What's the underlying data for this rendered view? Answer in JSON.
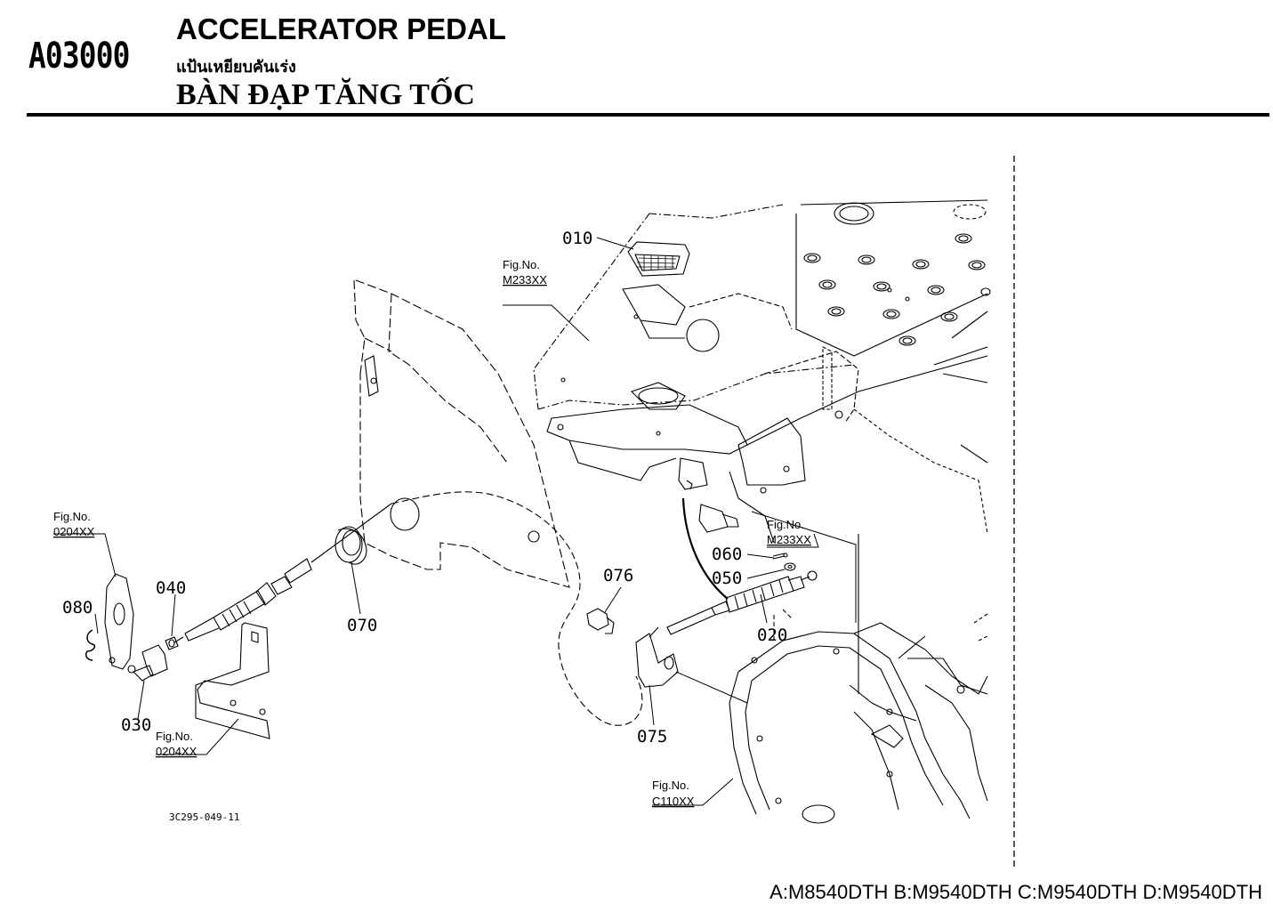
{
  "header": {
    "code": "A03000",
    "title_en": "ACCELERATOR PEDAL",
    "title_th": "แป้นเหยียบคันเร่ง",
    "title_vi": "BÀN ĐẠP TĂNG TỐC"
  },
  "diagram": {
    "drawing_ref": "3C295-049-11",
    "fig_prefix": "Fig.No.",
    "fig_refs": {
      "pedal_plate": "M233XX",
      "bracket": "M233XX",
      "left_top": "0204XX",
      "left_bottom": "0204XX",
      "housing": "C110XX"
    },
    "parts": {
      "p010": "010",
      "p020": "020",
      "p030": "030",
      "p040": "040",
      "p050": "050",
      "p060": "060",
      "p070": "070",
      "p075": "075",
      "p076": "076",
      "p080": "080"
    }
  },
  "footer": {
    "models": "A:M8540DTH B:M9540DTH C:M9540DTH D:M9540DTH"
  }
}
